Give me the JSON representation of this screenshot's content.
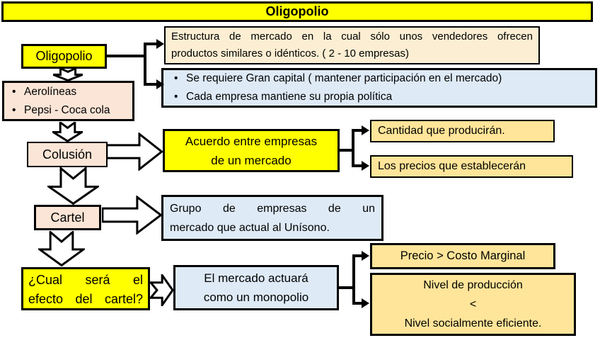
{
  "title": "Oligopolio",
  "colors": {
    "banner_yellow": "#FFFF00",
    "peach": "#FBE5D6",
    "cream": "#FBEED3",
    "light_blue": "#DEEAF6",
    "gold": "#FFE599",
    "line_black": "#000000",
    "background": "#FFFFFF"
  },
  "nodes": {
    "banner": "Oligopolio",
    "oligopolio": "Oligopolio",
    "examples": {
      "items": [
        "Aerolíneas",
        "Pepsi - Coca cola"
      ],
      "bullet": "•"
    },
    "estructura": {
      "line1": "Estructura de mercado en la cual sólo unos vendedores ofrecen",
      "line2": "productos similares o idénticos. ( 2 - 10 empresas)"
    },
    "requisitos": {
      "items": [
        "Se requiere Gran capital ( mantener participación en el mercado)",
        "Cada empresa mantiene su propia política"
      ],
      "bullet": "•"
    },
    "colusion": "Colusión",
    "acuerdo": {
      "line1": "Acuerdo entre empresas",
      "line2": "de un mercado"
    },
    "cantidad": "Cantidad que producirán.",
    "precios": "Los precios que establecerán",
    "cartel": "Cartel",
    "grupo": {
      "line1": "Grupo de empresas de un",
      "line2": "mercado que actual al Unísono."
    },
    "efecto": {
      "line1": "¿Cual será el",
      "line2": "efecto del cartel?"
    },
    "mercado": {
      "line1": "El mercado actuará",
      "line2": "como un monopolio"
    },
    "precio_costo": "Precio > Costo Marginal",
    "nivel": {
      "line1": "Nivel de producción",
      "line2": "<",
      "line3": "Nivel socialmente eficiente."
    }
  }
}
